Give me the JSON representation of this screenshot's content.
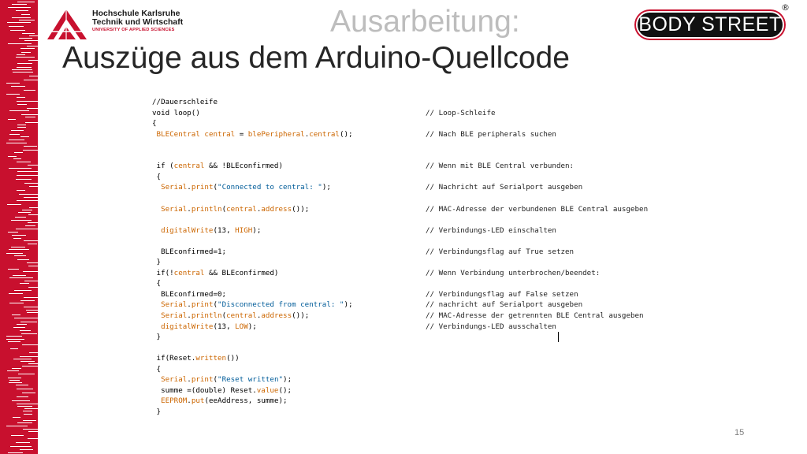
{
  "header": {
    "title_top": "Ausarbeitung:",
    "title_main": "Auszüge aus dem Arduino-Quellcode"
  },
  "university_logo": {
    "line1": "Hochschule Karlsruhe",
    "line2": "Technik und Wirtschaft",
    "line3": "UNIVERSITY OF APPLIED SCIENCES",
    "brand_color": "#c8102e"
  },
  "brand_logo": {
    "text": "BODY STREET",
    "registered": "®"
  },
  "code": {
    "lines": [
      {
        "code": "//Dauerschleife",
        "comment": ""
      },
      {
        "code": "void loop()",
        "comment": "// Loop-Schleife"
      },
      {
        "code": "{",
        "comment": ""
      },
      {
        "code": " BLECentral central = blePeripheral.central();",
        "comment": "// Nach BLE peripherals suchen"
      },
      {
        "code": "",
        "comment": ""
      },
      {
        "code": "",
        "comment": ""
      },
      {
        "code": " if (central && !BLEconfirmed)",
        "comment": "// Wenn mit BLE Central verbunden:"
      },
      {
        "code": " {",
        "comment": ""
      },
      {
        "code": "  Serial.print(\"Connected to central: \");",
        "comment": "// Nachricht auf Serialport ausgeben"
      },
      {
        "code": "",
        "comment": ""
      },
      {
        "code": "  Serial.println(central.address());",
        "comment": "// MAC-Adresse der verbundenen BLE Central ausgeben"
      },
      {
        "code": "",
        "comment": ""
      },
      {
        "code": "  digitalWrite(13, HIGH);",
        "comment": "// Verbindungs-LED einschalten"
      },
      {
        "code": "",
        "comment": ""
      },
      {
        "code": "  BLEconfirmed=1;",
        "comment": "// Verbindungsflag auf True setzen"
      },
      {
        "code": " }",
        "comment": ""
      },
      {
        "code": " if(!central && BLEconfirmed)",
        "comment": "// Wenn Verbindung unterbrochen/beendet:"
      },
      {
        "code": " {",
        "comment": ""
      },
      {
        "code": "  BLEconfirmed=0;",
        "comment": "// Verbindungsflag auf False setzen"
      },
      {
        "code": "  Serial.print(\"Disconnected from central: \");",
        "comment": "// nachricht auf Serialport ausgeben"
      },
      {
        "code": "  Serial.println(central.address());",
        "comment": "// MAC-Adresse der getrennten BLE Central ausgeben"
      },
      {
        "code": "  digitalWrite(13, LOW);",
        "comment": "// Verbindungs-LED ausschalten"
      },
      {
        "code": " }",
        "comment": ""
      },
      {
        "code": "",
        "comment": ""
      },
      {
        "code": " if(Reset.written())",
        "comment": ""
      },
      {
        "code": " {",
        "comment": ""
      },
      {
        "code": "  Serial.print(\"Reset written\");",
        "comment": ""
      },
      {
        "code": "  summe =(double) Reset.value();",
        "comment": ""
      },
      {
        "code": "  EEPROM.put(eeAddress, summe);",
        "comment": ""
      },
      {
        "code": " }",
        "comment": ""
      }
    ]
  },
  "footer": {
    "page_number": "15"
  }
}
